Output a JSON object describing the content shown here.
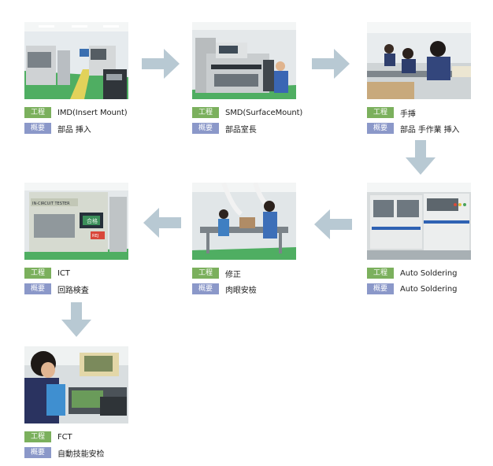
{
  "labels": {
    "process": "工程",
    "summary": "概要"
  },
  "colors": {
    "process_badge": "#7bb05d",
    "summary_badge": "#8b98c9",
    "arrow": "#b8c9d3"
  },
  "steps": [
    {
      "process": "IMD(Insert  Mount)",
      "summary": "部品  挿入"
    },
    {
      "process": "SMD(SurfaceMount)",
      "summary": "部品室長"
    },
    {
      "process": "手挿",
      "summary": "部品  手作業  挿入"
    },
    {
      "process": "Auto  Soldering",
      "summary": "Auto  Soldering"
    },
    {
      "process": "修正",
      "summary": "肉眼安檢"
    },
    {
      "process": "ICT",
      "summary": "回路検査"
    },
    {
      "process": "FCT",
      "summary": "自動技能安检"
    }
  ],
  "machine_text": {
    "ict_sign": "IN-CIRCUIT TESTER",
    "ict_display": "合格",
    "ict_button": "REJ"
  }
}
